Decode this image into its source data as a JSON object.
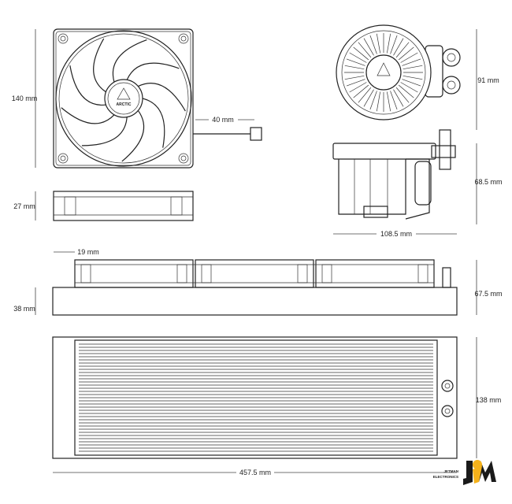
{
  "title": "ARCTIC liquid cooler dimensions drawing",
  "fan": {
    "brand": "ARCTIC",
    "height_label": "140 mm",
    "cable_label": "40 mm",
    "thickness_label": "27 mm"
  },
  "pump": {
    "top_height_label": "91 mm",
    "side_height_label": "68.5 mm",
    "width_label": "108.5 mm"
  },
  "radiator": {
    "offset_label": "19 mm",
    "thickness_label": "38 mm",
    "total_thickness_label": "67.5 mm",
    "height_label": "138 mm",
    "length_label": "457.5 mm"
  },
  "watermark": {
    "line1": "JETMAN",
    "line2": "ELECTRONICS",
    "colors": {
      "accent": "#f5b21b",
      "dark": "#1a1a1a"
    }
  }
}
